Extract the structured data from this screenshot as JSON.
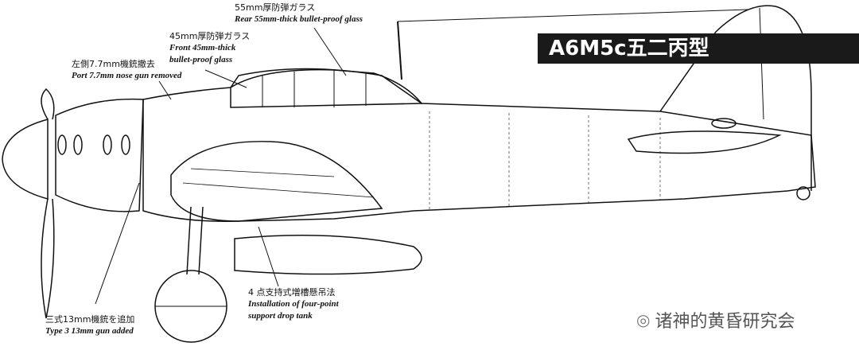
{
  "title": "A6M5c五二丙型",
  "annotations": [
    {
      "jp": "55mm厚防弾ガラス",
      "en": "Rear 55mm-thick bullet-proof glass"
    },
    {
      "jp": "45mm厚防弾ガラス",
      "en": "Front 45mm-thick",
      "en2": "bullet-proof glass"
    },
    {
      "jp": "左側7.7mm機銃撤去",
      "en": "Port 7.7mm nose gun removed"
    },
    {
      "jp": "三式13mm機銃を追加",
      "en": "Type 3 13mm gun added"
    },
    {
      "jp": "4 点支持式増槽懸吊法",
      "en": "Installation of four-point",
      "en2": "support drop tank"
    }
  ],
  "watermark": "诸神的黄昏研究会",
  "colors": {
    "ink": "#111111",
    "banner": "#1a1a1a"
  }
}
